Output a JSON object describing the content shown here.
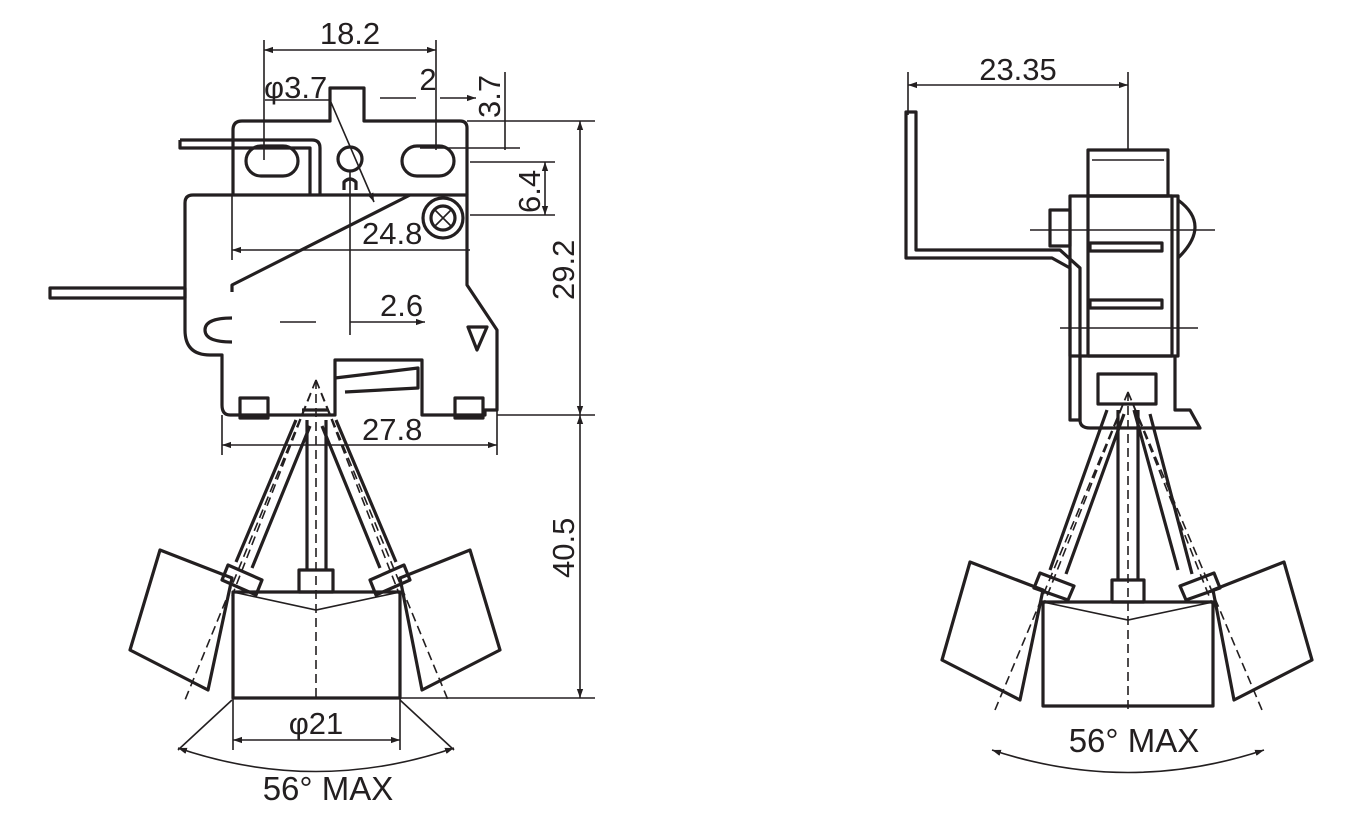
{
  "front_view": {
    "dim_width_top": "18.2",
    "dim_hole_dia": "φ3.7",
    "dim_small_2": "2",
    "dim_small_3_7": "3.7",
    "dim_6_4": "6.4",
    "dim_24_8": "24.8",
    "dim_29_2": "29.2",
    "dim_2_6": "2.6",
    "dim_27_8": "27.8",
    "dim_40_5": "40.5",
    "dim_weight_dia": "φ21",
    "angle_label": "56° MAX"
  },
  "side_view": {
    "dim_23_35": "23.35",
    "angle_label": "56° MAX"
  }
}
